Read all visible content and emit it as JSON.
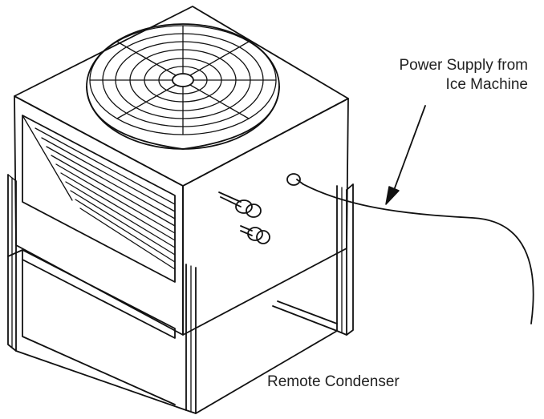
{
  "labels": {
    "power_line1": "Power Supply from",
    "power_line2": "Ice Machine",
    "condenser": "Remote Condenser"
  },
  "colors": {
    "line": "#111111",
    "background": "#ffffff"
  },
  "icons": [
    "fan-grille-icon",
    "arrow-icon"
  ]
}
